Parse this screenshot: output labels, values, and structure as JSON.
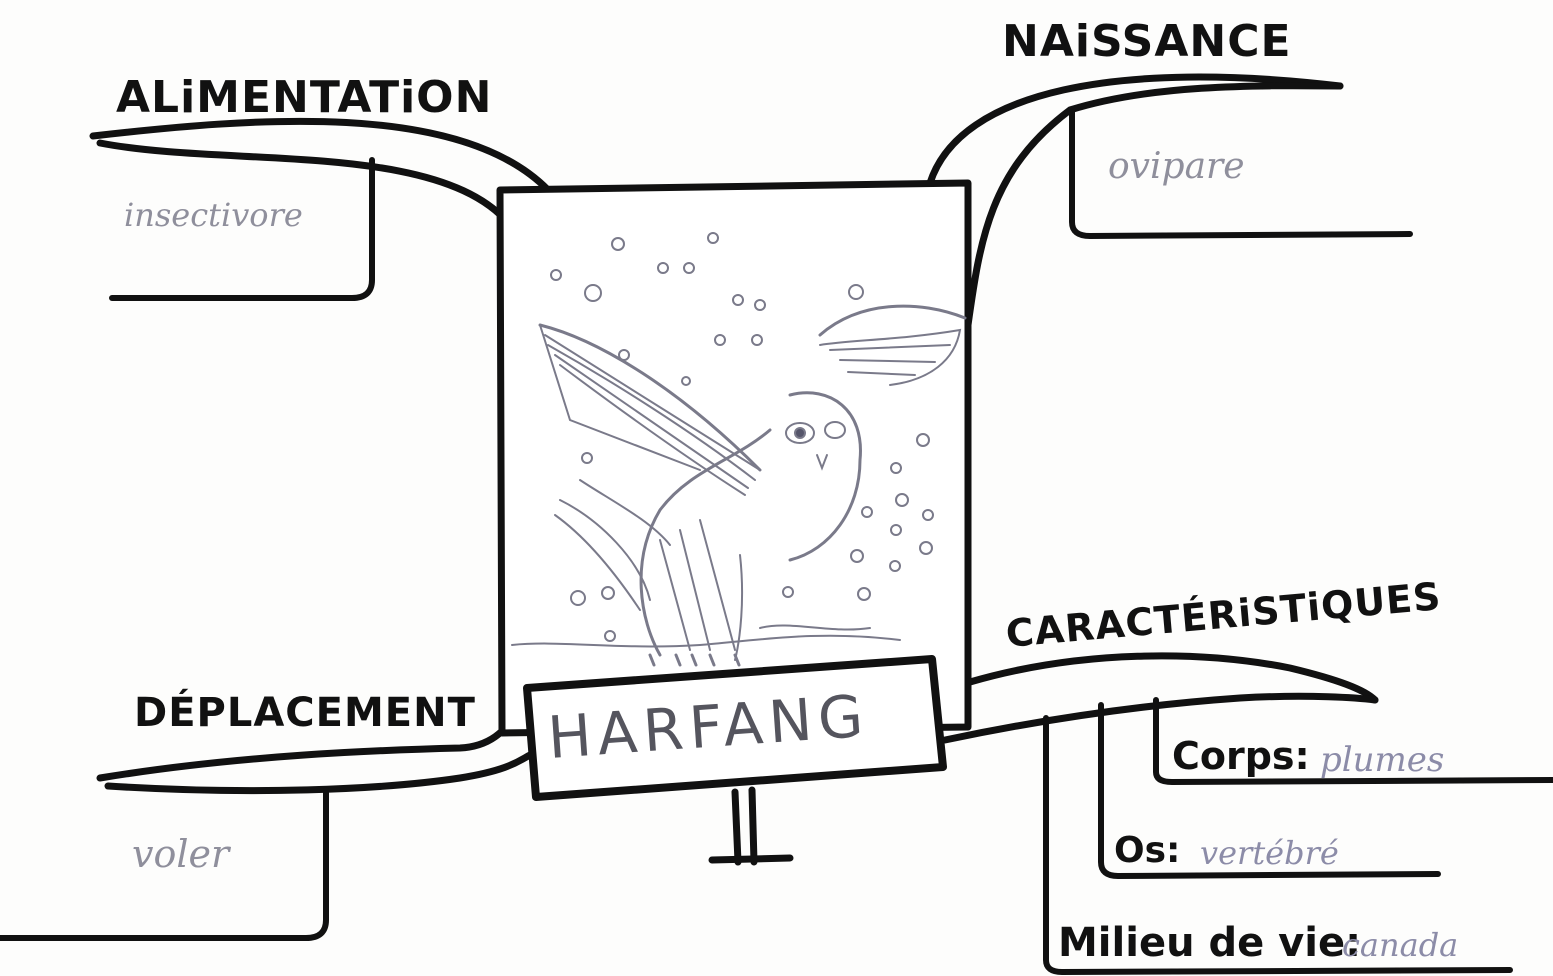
{
  "central": {
    "title": "HARFANG"
  },
  "branches": {
    "alimentation": {
      "heading": "ALiMENTATiON",
      "answer": "insectivore"
    },
    "naissance": {
      "heading": "NAiSSANCE",
      "answer": "ovipare"
    },
    "deplacement": {
      "heading": "DÉPLACEMENT",
      "answer": "voler"
    },
    "caracteristiques": {
      "heading": "CARACTÉRiSTiQUES",
      "items": [
        {
          "label": "Corps:",
          "value": "plumes"
        },
        {
          "label": "Os:",
          "value": "vertébré"
        },
        {
          "label": "Milieu de vie:",
          "value": "canada"
        }
      ]
    }
  },
  "colors": {
    "ink": "#111111",
    "pencil": "#8f8f9c",
    "paper": "#fdfdfc"
  }
}
